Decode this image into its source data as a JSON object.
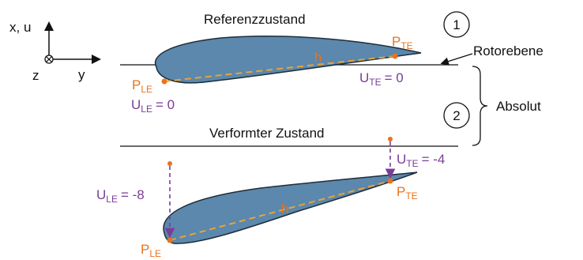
{
  "axes": {
    "x_label": "x, u",
    "y_label": "y",
    "z_label": "z"
  },
  "states": {
    "reference": {
      "title": "Referenzzustand",
      "number": "1"
    },
    "deformed": {
      "title": "Verformter Zustand",
      "number": "2"
    }
  },
  "labels": {
    "rotor_plane": "Rotorebene",
    "absolute": "Absolut",
    "chord": "h",
    "point_prefix": "P",
    "disp_prefix": "U",
    "le_sub": "LE",
    "te_sub": "TE"
  },
  "displacements": {
    "ref_le": "= 0",
    "ref_te": "= 0",
    "def_le": "= -8",
    "def_te": "= -4"
  },
  "colors": {
    "airfoil_fill": "#5b88ac",
    "airfoil_stroke": "#1f2d3a",
    "chord_line": "#e8a33a",
    "point": "#e8731e",
    "displacement": "#7a3e98",
    "line": "#111111"
  }
}
